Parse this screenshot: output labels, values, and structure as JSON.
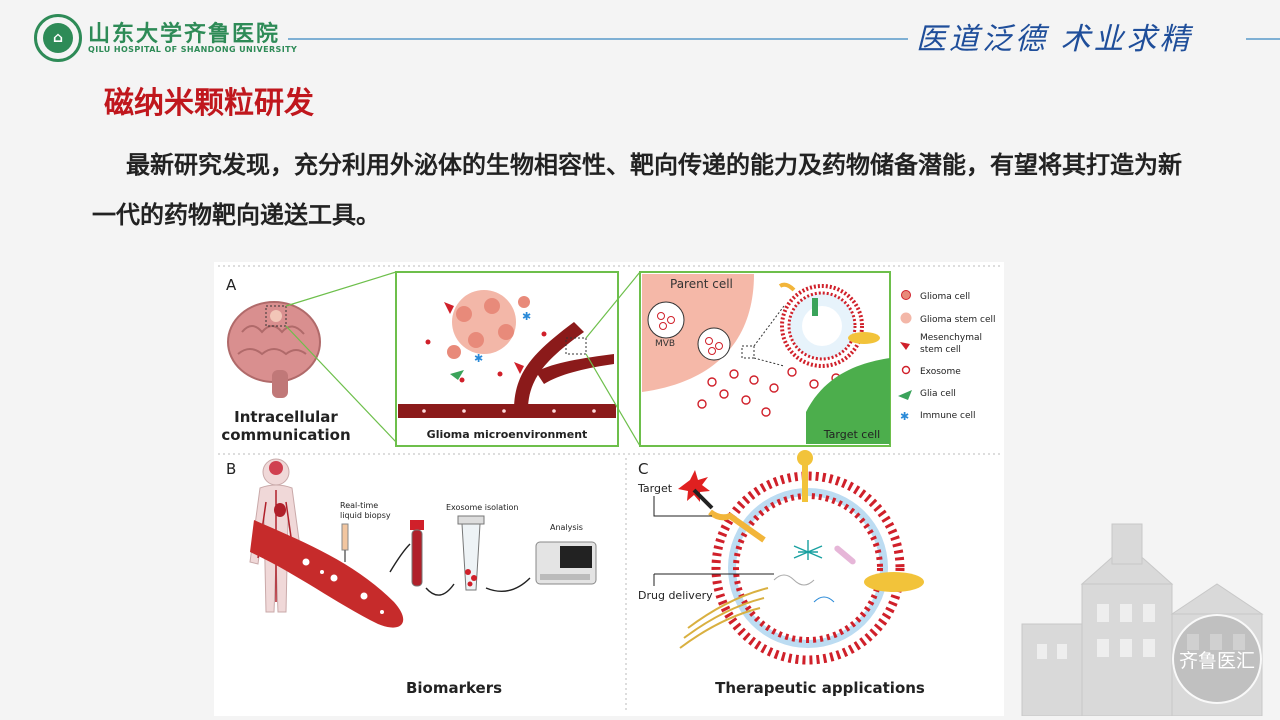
{
  "header": {
    "hospital_name_cn": "山东大学齐鲁医院",
    "hospital_name_en": "QILU HOSPITAL OF SHANDONG UNIVERSITY",
    "motto": "医道泛德 术业求精",
    "logo_icon": "hospital-logo-icon"
  },
  "slide": {
    "title": "磁纳米颗粒研发",
    "paragraph": "最新研究发现，充分利用外泌体的生物相容性、靶向传递的能力及药物储备潜能，有望将其打造为新一代的药物靶向递送工具。"
  },
  "figure": {
    "panel_a_label": "A",
    "panel_b_label": "B",
    "panel_c_label": "C",
    "intracellular_line1": "Intracellular",
    "intracellular_line2": "communication",
    "glioma_microenvironment": "Glioma microenvironment",
    "parent_cell": "Parent cell",
    "mvb": "MVB",
    "target_cell": "Target cell",
    "legend": {
      "glioma_cell": "Glioma cell",
      "glioma_stem_cell": "Glioma stem cell",
      "mesenchymal_line1": "Mesenchymal",
      "mesenchymal_line2": "stem cell",
      "exosome": "Exosome",
      "glia_cell": "Glia cell",
      "immune_cell": "Immune cell"
    },
    "realtime_line1": "Real-time",
    "realtime_line2": "liquid biopsy",
    "exosome_isolation": "Exosome isolation",
    "analysis": "Analysis",
    "biomarkers": "Biomarkers",
    "target": "Target",
    "drug_delivery": "Drug delivery",
    "therapeutic": "Therapeutic applications"
  },
  "watermark": "齐鲁医汇",
  "colors": {
    "brand_green": "#2e8b57",
    "title_red": "#c0171d",
    "motto_blue": "#1f4e9a",
    "panel_green": "#6dbf4b",
    "vessel_red": "#8b1a1a",
    "exosome_red": "#d0202a"
  }
}
